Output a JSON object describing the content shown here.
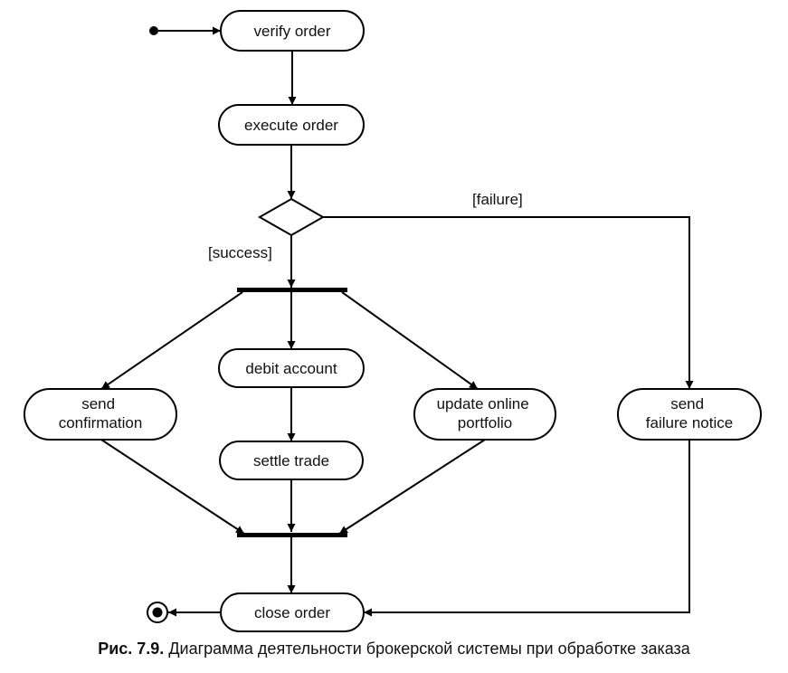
{
  "nodes": {
    "verify_order": "verify order",
    "execute_order": "execute order",
    "send_confirmation": [
      "send",
      "confirmation"
    ],
    "debit_account": "debit account",
    "settle_trade": "settle trade",
    "update_online_portfolio": [
      "update online",
      "portfolio"
    ],
    "send_failure_notice": [
      "send",
      "failure notice"
    ],
    "close_order": "close order"
  },
  "guards": {
    "failure": "[failure]",
    "success": "[success]"
  },
  "caption": {
    "label": "Рис. 7.9.",
    "text": "Диаграмма деятельности брокерской системы при обработке заказа"
  }
}
